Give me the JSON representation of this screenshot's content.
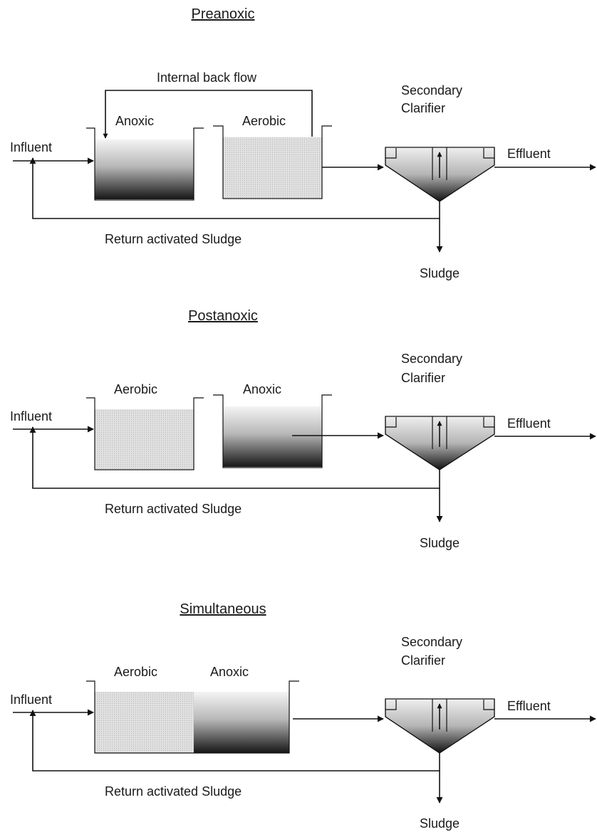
{
  "colors": {
    "line": "#111111",
    "aerobic_fill": "#e2e2e2",
    "aerobic_dots": "#bcbcbc",
    "anoxic_top": "#f4f4f4",
    "anoxic_bottom": "#161616",
    "clarifier_top": "#efefef",
    "clarifier_bottom": "#111111"
  },
  "panels": [
    {
      "title": "Preanoxic",
      "internal_flow_label": "Internal back flow",
      "tank1_label": "Anoxic",
      "tank2_label": "Aerobic",
      "clarifier_label_line1": "Secondary",
      "clarifier_label_line2": "Clarifier",
      "influent_label": "Influent",
      "effluent_label": "Effluent",
      "return_label": "Return activated Sludge",
      "sludge_label": "Sludge"
    },
    {
      "title": "Postanoxic",
      "tank1_label": "Aerobic",
      "tank2_label": "Anoxic",
      "clarifier_label_line1": "Secondary",
      "clarifier_label_line2": "Clarifier",
      "influent_label": "Influent",
      "effluent_label": "Effluent",
      "return_label": "Return activated Sludge",
      "sludge_label": "Sludge"
    },
    {
      "title": "Simultaneous",
      "tank1_label": "Aerobic",
      "tank2_label": "Anoxic",
      "clarifier_label_line1": "Secondary",
      "clarifier_label_line2": "Clarifier",
      "influent_label": "Influent",
      "effluent_label": "Effluent",
      "return_label": "Return activated Sludge",
      "sludge_label": "Sludge"
    }
  ]
}
